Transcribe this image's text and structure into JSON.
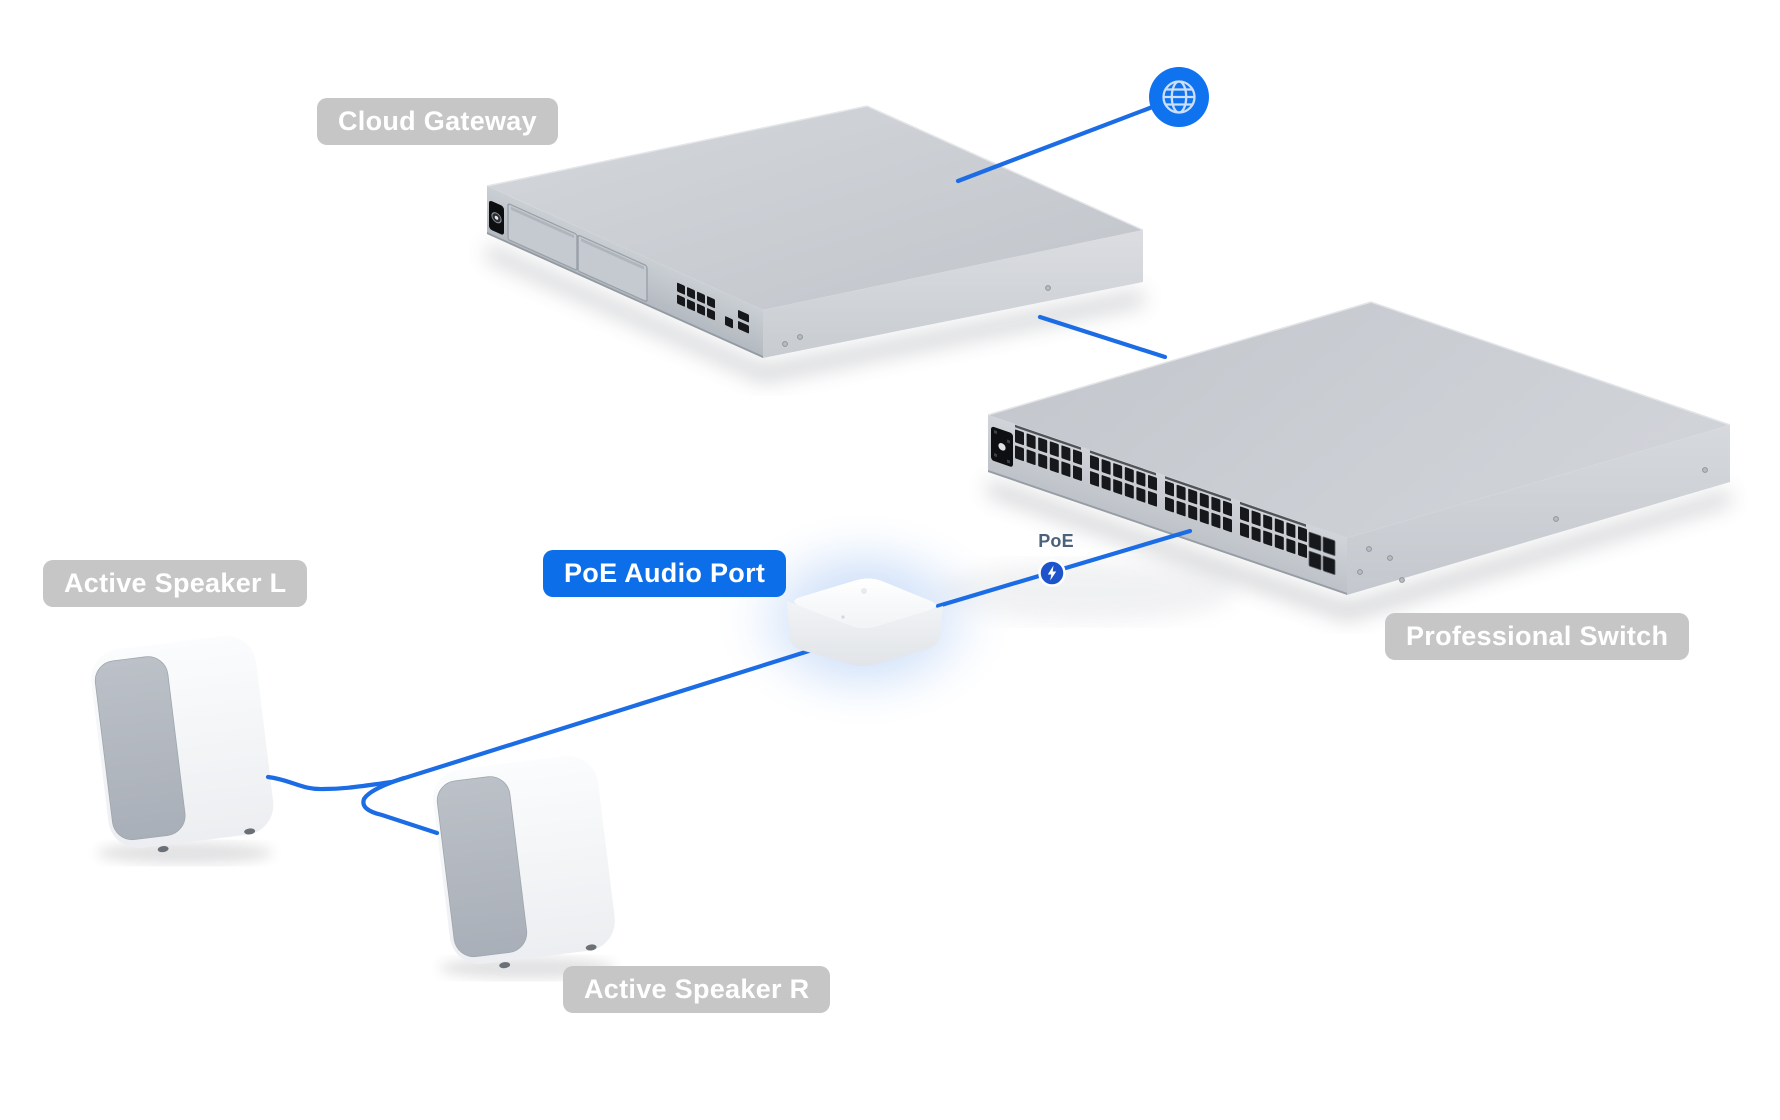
{
  "diagram_title": "PoE audio system network topology",
  "labels": {
    "cloud_gateway": "Cloud Gateway",
    "professional_switch": "Professional Switch",
    "poe_audio_port": "PoE Audio Port",
    "active_speaker_l": "Active Speaker L",
    "active_speaker_r": "Active Speaker R",
    "poe": "PoE"
  },
  "icons": {
    "internet": "globe-icon",
    "poe_power": "lightning-bolt-icon"
  },
  "colors": {
    "background": "#ffffff",
    "link_blue": "#1b6ce5",
    "chip_gray": "#c6c6c6",
    "chip_blue": "#0d6eea",
    "chip_text": "#ffffff",
    "globe_blue": "#0f72ef",
    "globe_glyph": "#cbdffa",
    "poe_badge_blue": "#1d53cb",
    "poe_text": "#4c627b",
    "device_gray": "#c7cbd1",
    "glow_blue": "#bcd4f6"
  },
  "nodes": [
    {
      "id": "internet",
      "kind": "globe-icon"
    },
    {
      "id": "cloud-gateway",
      "kind": "rack-gateway"
    },
    {
      "id": "professional-switch",
      "kind": "48-port-poe-switch"
    },
    {
      "id": "poe-audio-port",
      "kind": "poe-audio-adapter"
    },
    {
      "id": "active-speaker-l",
      "kind": "active-speaker"
    },
    {
      "id": "active-speaker-r",
      "kind": "active-speaker"
    }
  ],
  "connections": [
    {
      "from": "cloud-gateway",
      "to": "internet"
    },
    {
      "from": "cloud-gateway",
      "to": "professional-switch"
    },
    {
      "from": "professional-switch",
      "to": "poe-audio-port",
      "note": "PoE"
    },
    {
      "from": "poe-audio-port",
      "to": "active-speaker-l"
    },
    {
      "from": "poe-audio-port",
      "to": "active-speaker-r"
    }
  ]
}
